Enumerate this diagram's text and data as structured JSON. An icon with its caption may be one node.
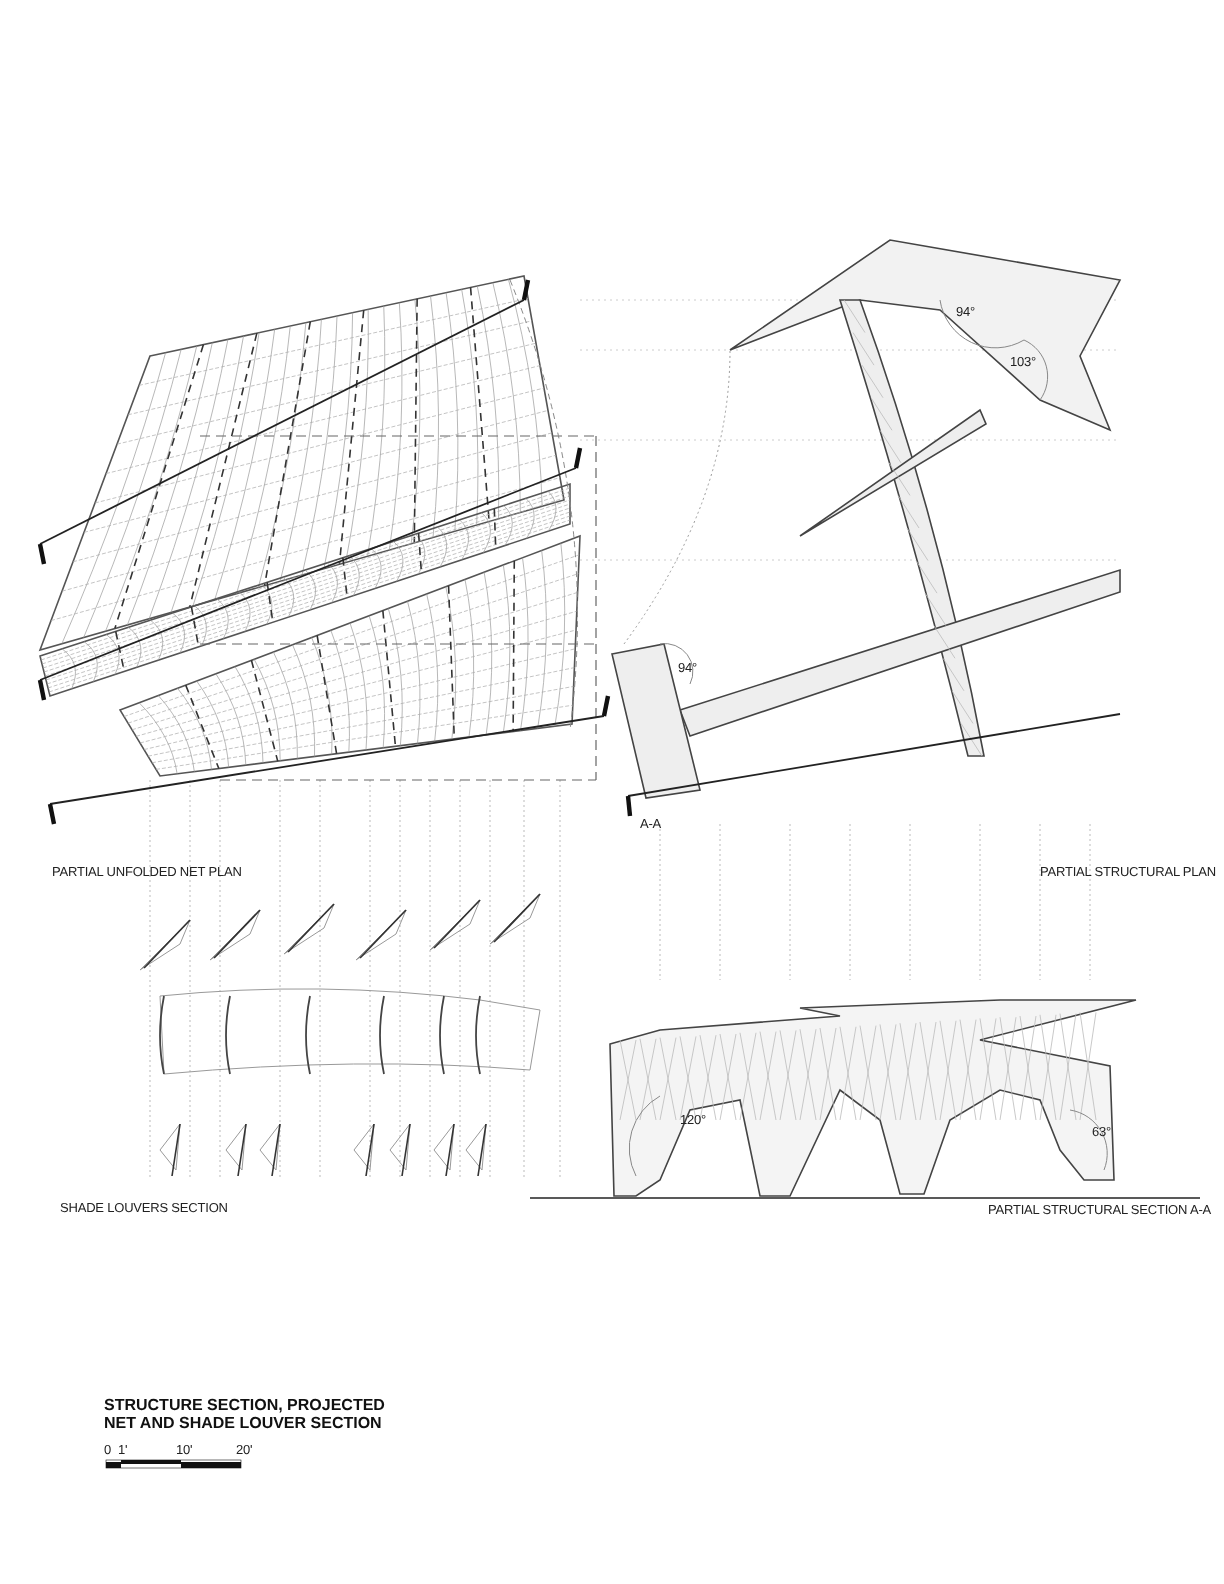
{
  "diagram": {
    "title": "STRUCTURE SECTION, PROJECTED NET AND SHADE LOUVER SECTION",
    "labels": [
      "94°",
      "103°",
      "PARTIAL UNFOLDED NET PLAN",
      "A-A",
      "94°",
      "PARTIAL STRUCTURAL PLAN",
      "120°",
      "63°",
      "SHADE LOUVERS SECTION",
      "PARTIAL STRUCTURAL SECTION A-A",
      "0",
      "1'",
      "10'",
      "20'"
    ]
  }
}
